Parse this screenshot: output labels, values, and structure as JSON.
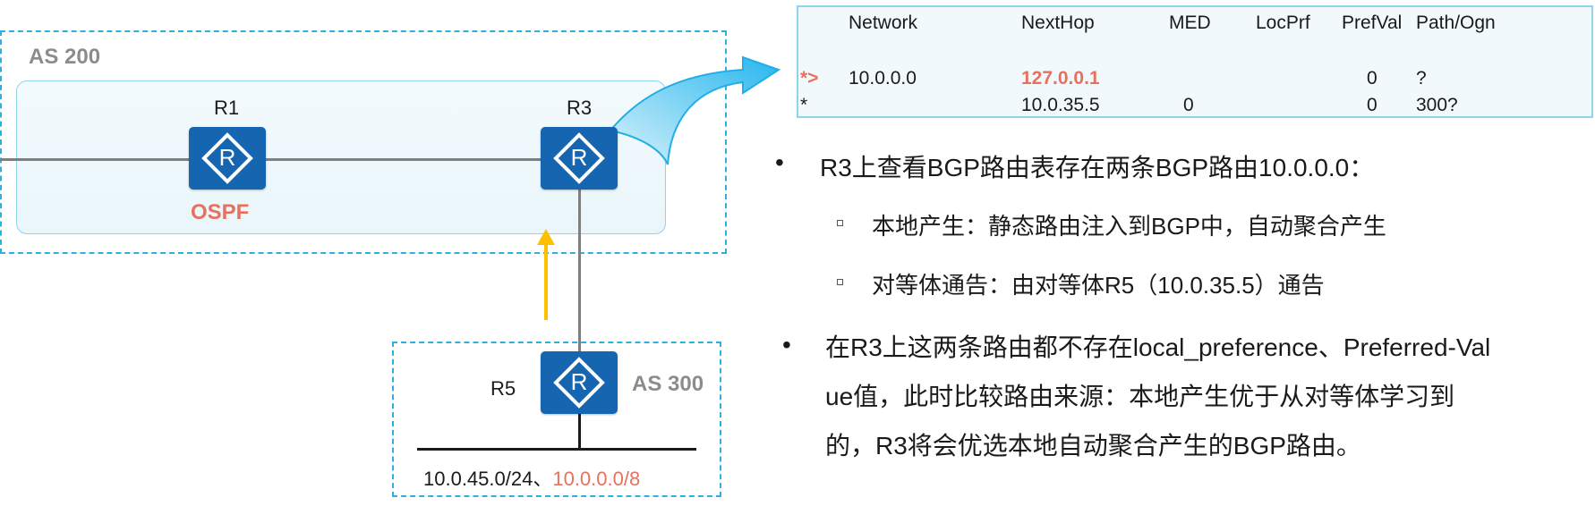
{
  "topology": {
    "as200_label": "AS 200",
    "as300_label": "AS 300",
    "r1_name": "R1",
    "r3_name": "R3",
    "r5_name": "R5",
    "ospf_label": "OSPF",
    "r5_network_prefix": "10.0.45.0/24、",
    "r5_network_highlight": "10.0.0.0/8",
    "router_icon_letter": "R"
  },
  "bgp_table": {
    "headers": [
      "Network",
      "NextHop",
      "MED",
      "LocPrf",
      "PrefVal",
      "Path/Ogn"
    ],
    "rows": [
      {
        "status": "*>",
        "network": "10.0.0.0",
        "nexthop": "127.0.0.1",
        "med": "",
        "locprf": "",
        "prefval": "0",
        "path": "?"
      },
      {
        "status": "*",
        "network": "",
        "nexthop": "10.0.35.5",
        "med": "0",
        "locprf": "",
        "prefval": "0",
        "path": "300?"
      }
    ]
  },
  "bullets": {
    "b1": "R3上查看BGP路由表存在两条BGP路由10.0.0.0：",
    "b1_sub1": "本地产生：静态路由注入到BGP中，自动聚合产生",
    "b1_sub2": "对等体通告：由对等体R5（10.0.35.5）通告",
    "b2_line1": "在R3上这两条路由都不存在local_preference、Preferred-Val",
    "b2_line2": "ue值，此时比较路由来源：本地产生优于从对等体学习到",
    "b2_line3": "的，R3将会优选本地自动聚合产生的BGP路由。"
  },
  "colors": {
    "router_blue": "#1565b0",
    "dash_cyan": "#2bb0e0",
    "highlight_red": "#e8705e",
    "arrow_yellow": "#ffc000"
  }
}
